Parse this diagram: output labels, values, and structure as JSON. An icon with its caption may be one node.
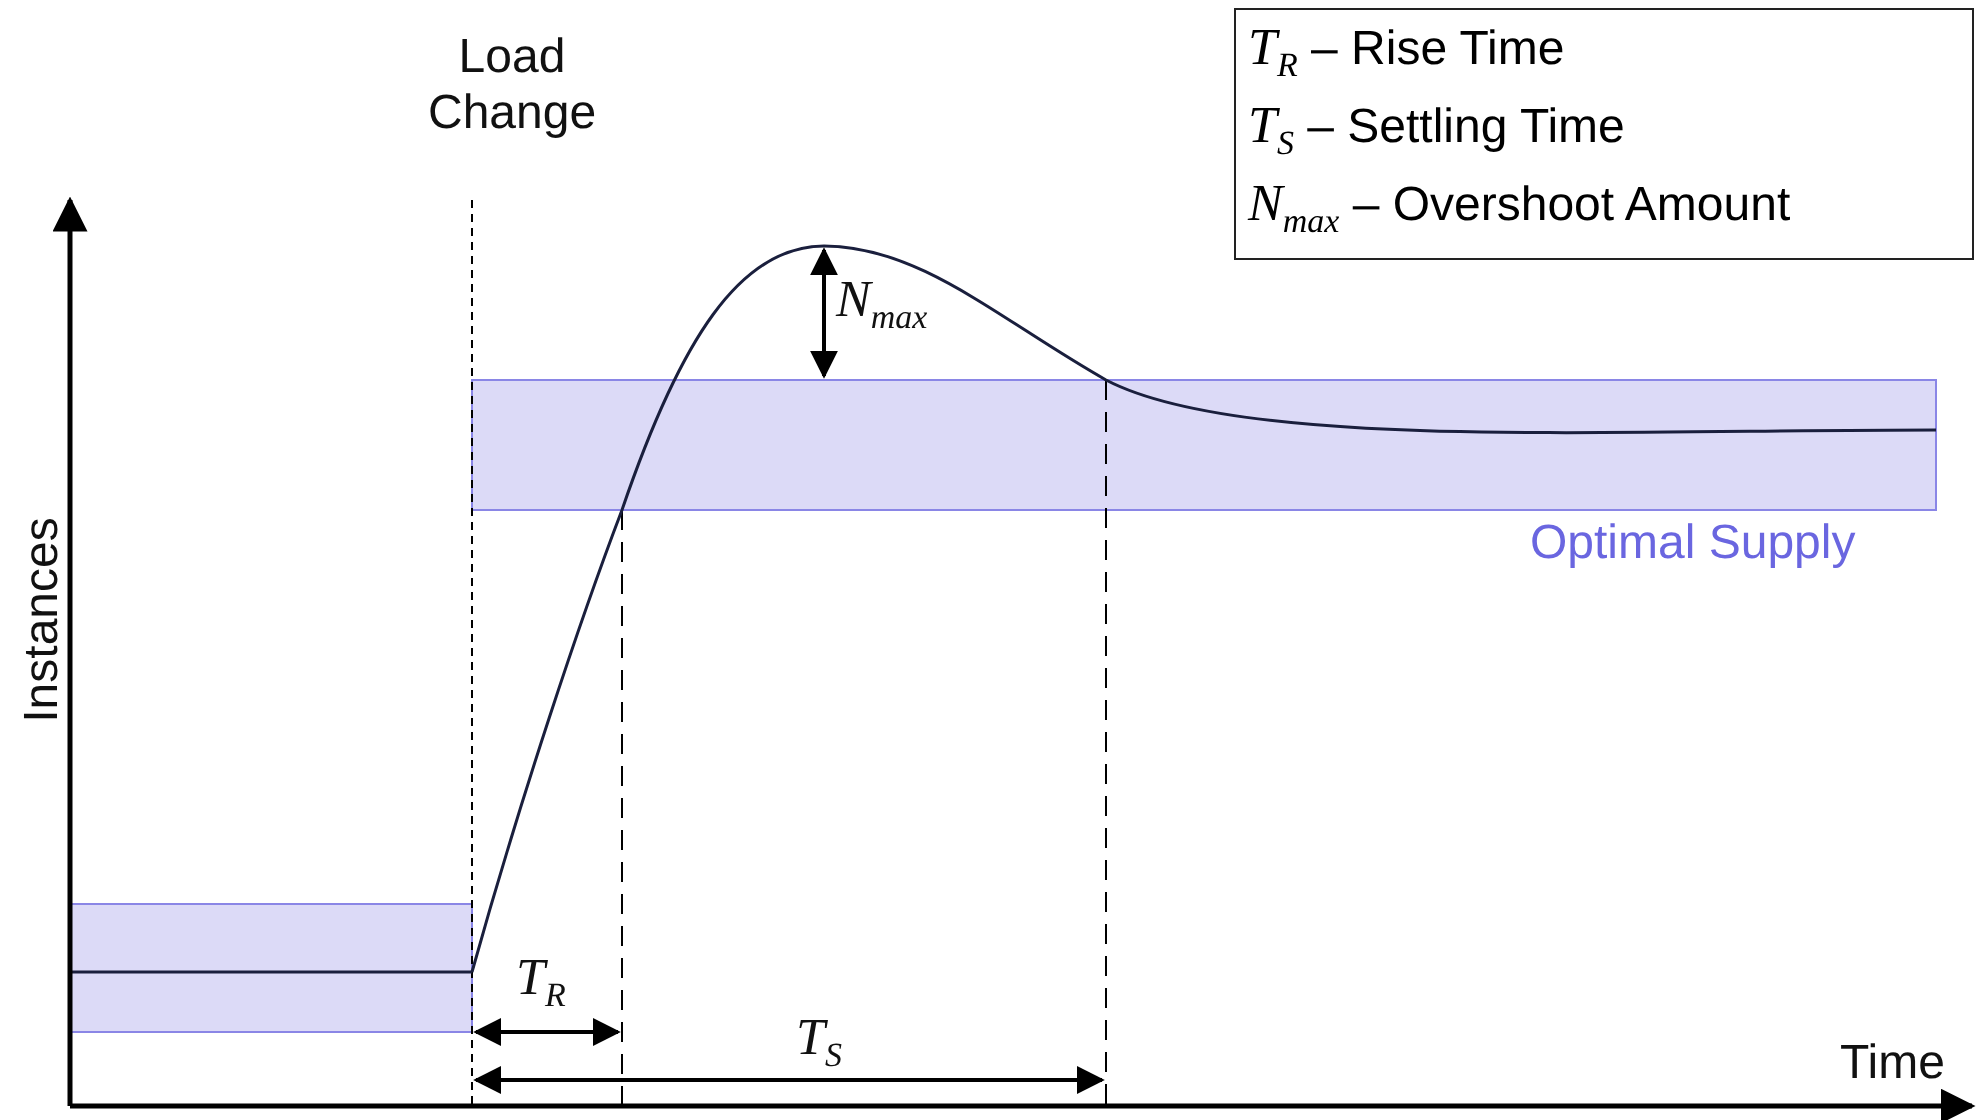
{
  "diagram": {
    "labels": [
      "Load Change",
      "*N*$_{max}$",
      "Instances",
      "Optimal Supply",
      "*T*$_{R}$",
      "*T*$_{S}$",
      "Time"
    ],
    "legend": [
      {
        "text": "*T*$_{R}$ – Rise Time"
      },
      {
        "text": "*T*$_{S}$ – Settling Time"
      },
      {
        "text": "*N*$_{max}$ – Overshoot Amount"
      }
    ]
  }
}
